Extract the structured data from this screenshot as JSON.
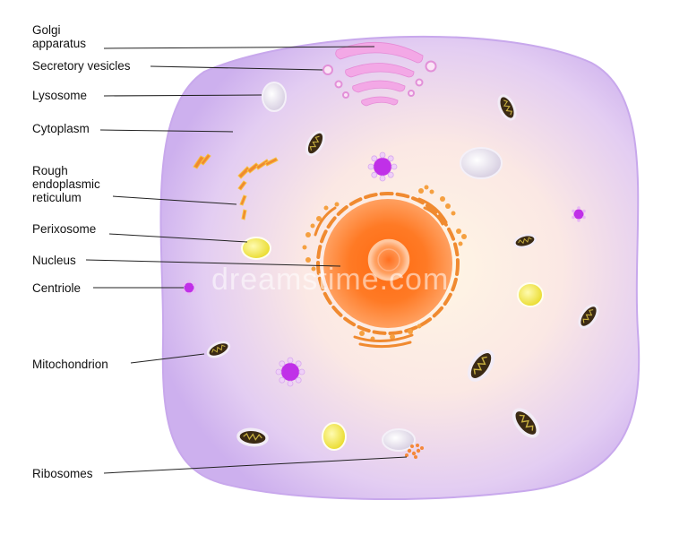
{
  "labels": {
    "golgi_line1": "Golgi",
    "golgi_line2": "apparatus",
    "secretory_vesicles": "Secretory vesicles",
    "lysosome": "Lysosome",
    "cytoplasm": "Cytoplasm",
    "rer_line1": "Rough",
    "rer_line2": "endoplasmic",
    "rer_line3": "reticulum",
    "perixosome": "Perixosome",
    "nucleus": "Nucleus",
    "centriole": "Centriole",
    "mitochondrion": "Mitochondrion",
    "ribosomes": "Ribosomes"
  },
  "watermark": "dreamstime.com",
  "colors": {
    "cell_membrane": "#cdb0ee",
    "cytoplasm_inner": "#fbf2e6",
    "nucleus_outer": "#ffa05a",
    "nucleus_inner": "#ff6a10",
    "golgi": "#f3a8e6",
    "mitochondrion": "#3b2a14",
    "peroxisome": "#f0e040",
    "centriole": "#c030e8",
    "rer": "#f08a30",
    "lysosome": "#ece6f2"
  },
  "icons": [
    "cell-membrane",
    "nucleus",
    "nucleolus",
    "golgi-apparatus",
    "mitochondrion",
    "centriole",
    "peroxisome",
    "lysosome",
    "ribosome",
    "rough-er"
  ]
}
